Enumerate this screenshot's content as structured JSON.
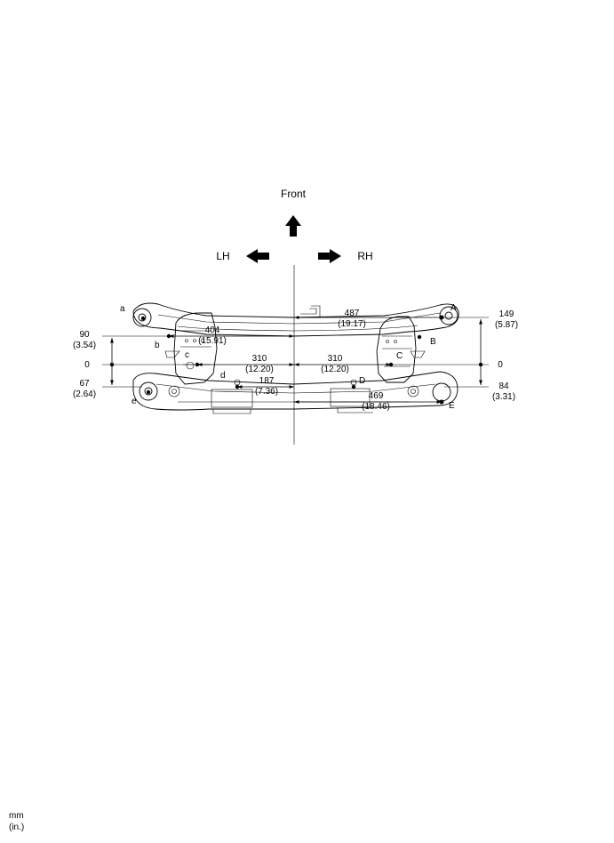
{
  "labels": {
    "front": "Front",
    "lh": "LH",
    "rh": "RH"
  },
  "points": {
    "a": "a",
    "b": "b",
    "c": "c",
    "d": "d",
    "e": "e",
    "A": "A",
    "B": "B",
    "C": "C",
    "D": "D",
    "E": "E"
  },
  "dimensions": {
    "d487": {
      "mm": "487",
      "in": "(19.17)"
    },
    "d404": {
      "mm": "404",
      "in": "(15.91)"
    },
    "d310_left": {
      "mm": "310",
      "in": "(12.20)"
    },
    "d310_right": {
      "mm": "310",
      "in": "(12.20)"
    },
    "d187": {
      "mm": "187",
      "in": "(7.36)"
    },
    "d469": {
      "mm": "469",
      "in": "(18.46)"
    },
    "d149": {
      "mm": "149",
      "in": "(5.87)"
    },
    "d90": {
      "mm": "90",
      "in": "(3.54)"
    },
    "d67": {
      "mm": "67",
      "in": "(2.64)"
    },
    "d84": {
      "mm": "84",
      "in": "(3.31)"
    },
    "zero_left": "0",
    "zero_right": "0"
  },
  "units": {
    "mm": "mm",
    "in": "(in.)"
  }
}
